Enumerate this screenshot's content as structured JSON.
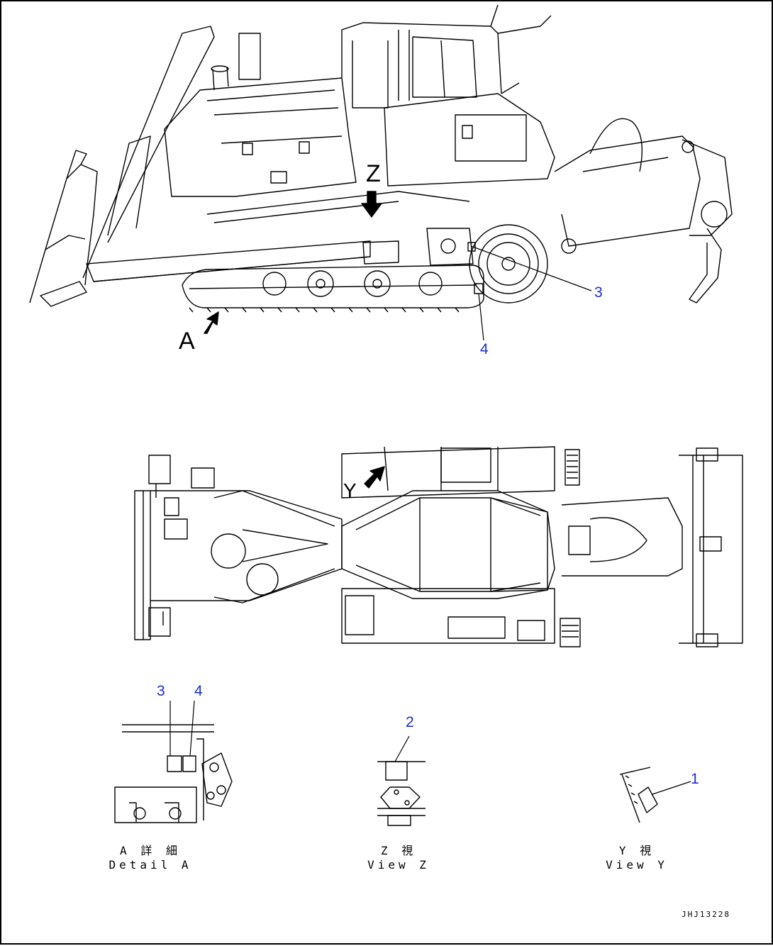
{
  "callouts": {
    "c1": "1",
    "c2": "2",
    "c3_top": "3",
    "c4_top": "4",
    "c3_detail": "3",
    "c4_detail": "4"
  },
  "view_letters": {
    "a": "A",
    "z": "Z",
    "y": "Y"
  },
  "captions": {
    "detail_a_jp": "A 詳 細",
    "detail_a_en": "Detail A",
    "view_z_jp": "Z 視",
    "view_z_en": "View Z",
    "view_y_jp": "Y 視",
    "view_y_en": "View Y"
  },
  "drawing_code": "JHJ13228"
}
